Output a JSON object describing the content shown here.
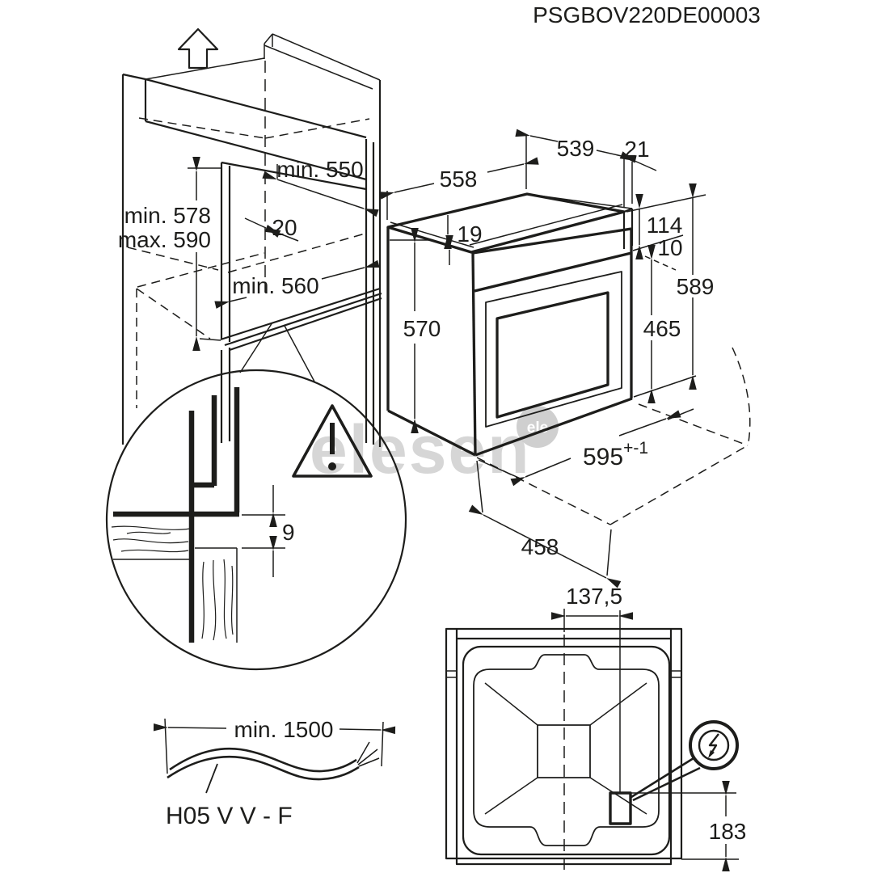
{
  "title": "PSGBOV220DE00003",
  "colors": {
    "line": "#1d1d1b",
    "watermark_gray": "#c9c9c9",
    "background": "#ffffff"
  },
  "icons": {
    "ventilation": "up-arrow-outline",
    "warning": "warning-triangle-exclamation",
    "electrical_connection": "circled-lightning-bolt"
  },
  "watermark": {
    "text": "elesen",
    "badge_text": "ele"
  },
  "cabinet": {
    "description": "built-in cabinet niche, isometric view",
    "dims": {
      "niche_width": "min. 550",
      "niche_height_min": "min. 578",
      "niche_height_max": "max. 590",
      "back_clearance": "20",
      "niche_depth": "min. 560"
    }
  },
  "oven": {
    "description": "oven body, isometric view",
    "dims": {
      "top_depth": "558",
      "top_width_back": "539",
      "back_rail": "21",
      "top_lip": "19",
      "control_panel_height": "114",
      "panel_overlap": "10",
      "overall_height": "589",
      "body_height": "570",
      "door_height": "465",
      "front_width": "595",
      "front_width_tolerance": "+-1",
      "body_depth": "458"
    }
  },
  "mounting_detail": {
    "description": "shelf front edge cross-section",
    "gap": "9"
  },
  "power_cable": {
    "length": "min. 1500",
    "cable_type": "H05 V V - F"
  },
  "rear_view": {
    "description": "rear view with mains terminal position",
    "connection_offset_x": "137,5",
    "connection_offset_y": "183"
  }
}
